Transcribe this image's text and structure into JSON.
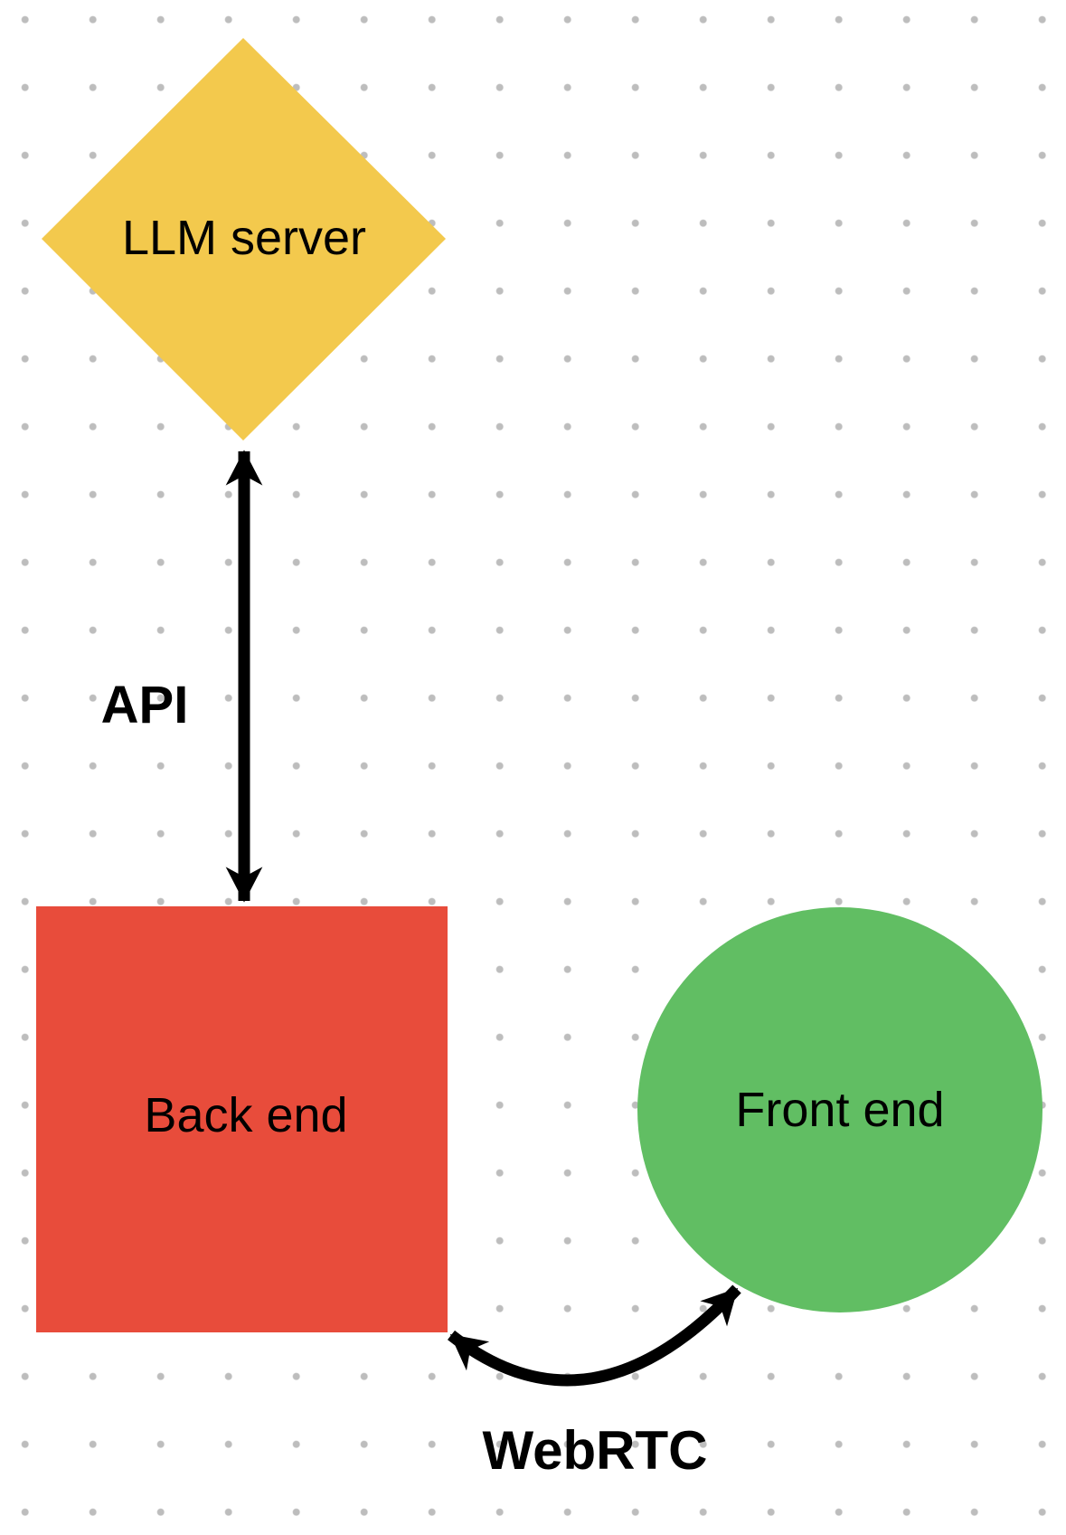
{
  "canvas": {
    "background_color": "#ffffff",
    "dot_grid_color": "#bdbdbd"
  },
  "diagram": {
    "nodes": [
      {
        "id": "llm-server",
        "label": "LLM server",
        "shape": "diamond",
        "color": "#F3C94D"
      },
      {
        "id": "back-end",
        "label": "Back end",
        "shape": "square",
        "color": "#E84C3B"
      },
      {
        "id": "front-end",
        "label": "Front end",
        "shape": "circle",
        "color": "#61BE63"
      }
    ],
    "edges": [
      {
        "id": "api",
        "label": "API",
        "from": "llm-server",
        "to": "back-end",
        "type": "straight",
        "bidirectional": true,
        "color": "#000000"
      },
      {
        "id": "webrtc",
        "label": "WebRTC",
        "from": "back-end",
        "to": "front-end",
        "type": "curved",
        "bidirectional": true,
        "color": "#000000"
      }
    ]
  }
}
